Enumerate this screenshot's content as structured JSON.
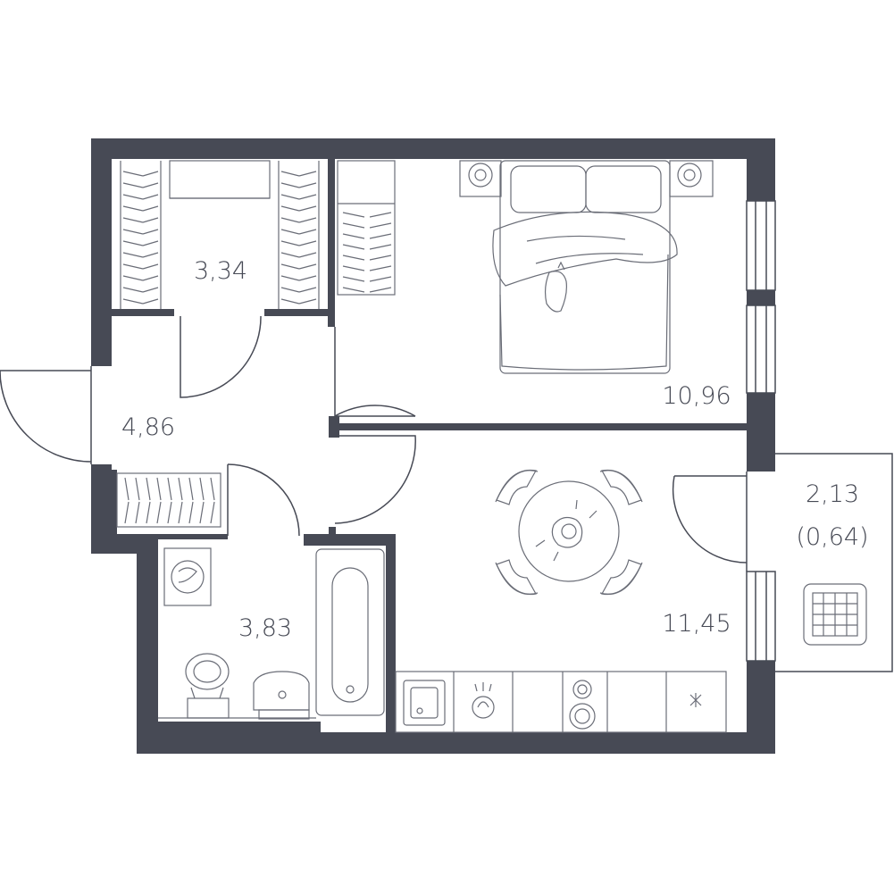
{
  "rooms": [
    {
      "id": "wardrobe",
      "area": "3,34"
    },
    {
      "id": "hallway",
      "area": "4,86"
    },
    {
      "id": "bedroom",
      "area": "10,96"
    },
    {
      "id": "bathroom",
      "area": "3,83"
    },
    {
      "id": "kitchen-living",
      "area": "11,45"
    },
    {
      "id": "balcony",
      "area": "2,13",
      "area_reduced": "(0,64)"
    }
  ],
  "colors": {
    "wall": "#474a55",
    "line": "#6a6d77",
    "background": "#ffffff"
  },
  "icons": [
    "bed-icon",
    "nightstand-lamp-icon",
    "cat-icon",
    "washing-machine-icon",
    "toilet-icon",
    "sink-icon",
    "bathtub-icon",
    "dining-table-icon",
    "chair-icon",
    "kitchen-sink-icon",
    "faucet-icon",
    "stove-icon",
    "balcony-chair-icon"
  ]
}
